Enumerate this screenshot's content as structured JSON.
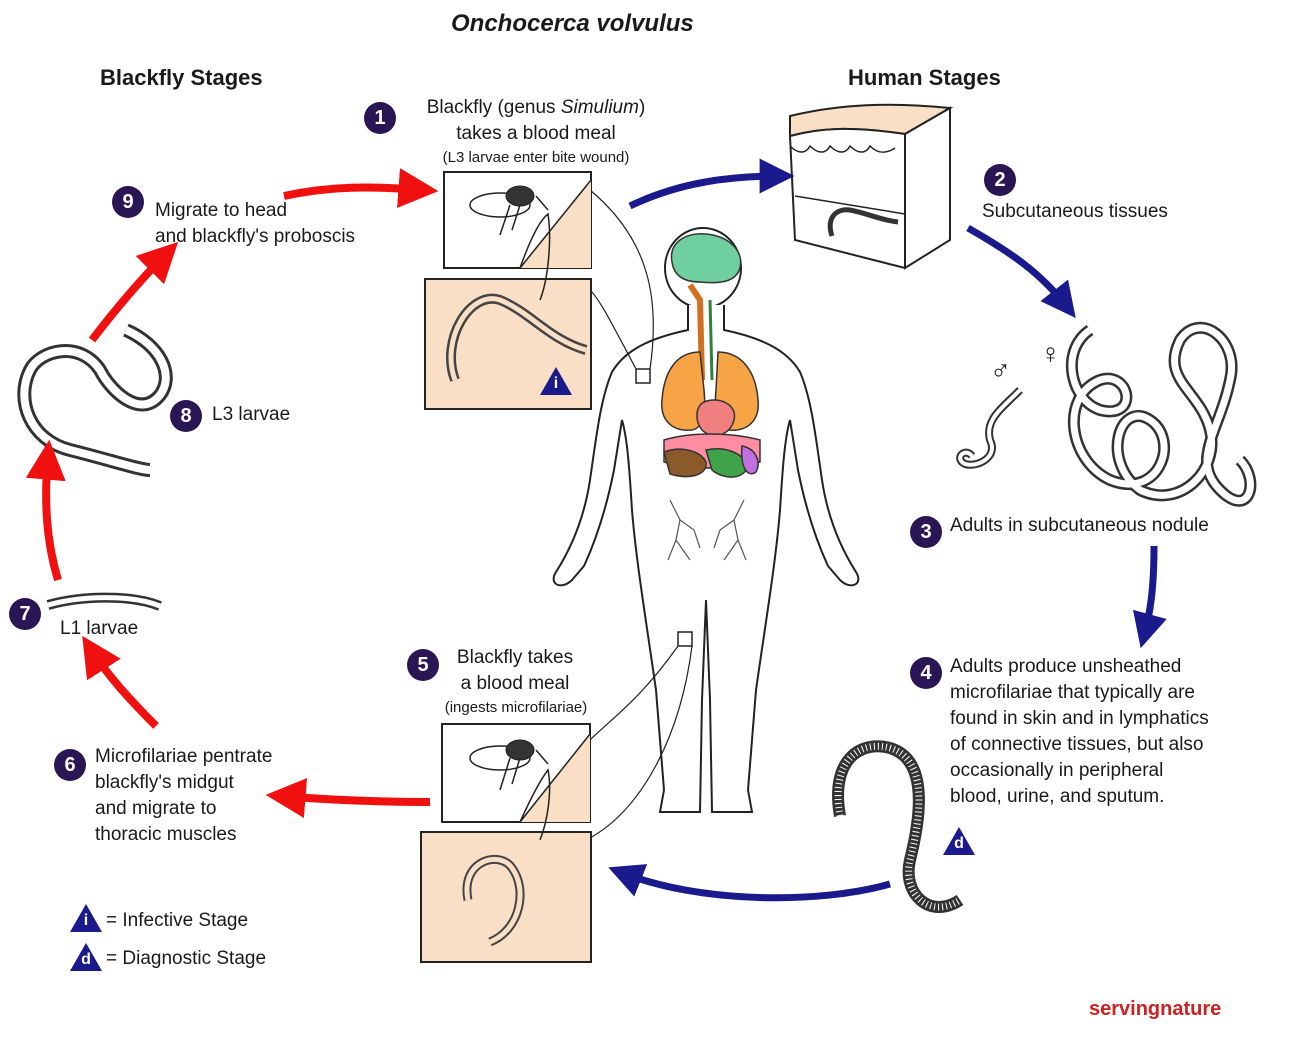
{
  "title": "Onchocerca volvulus",
  "headings": {
    "blackfly": "Blackfly Stages",
    "human": "Human Stages"
  },
  "steps": {
    "s1": {
      "num": "1",
      "line1_pre": "Blackfly (genus ",
      "line1_italic": "Simulium",
      "line1_post": ")",
      "line2": "takes a blood meal",
      "note": "(L3 larvae enter bite wound)"
    },
    "s2": {
      "num": "2",
      "text": "Subcutaneous tissues"
    },
    "s3": {
      "num": "3",
      "text": "Adults in subcutaneous nodule"
    },
    "s4": {
      "num": "4",
      "lines": [
        "Adults produce unsheathed",
        "microfilariae that typically are",
        "found in skin and in lymphatics",
        "of connective tissues,  but also",
        "occasionally in peripheral",
        "blood, urine, and sputum."
      ]
    },
    "s5": {
      "num": "5",
      "line1": "Blackfly takes",
      "line2": "a blood meal",
      "note": "(ingests microfilariae)"
    },
    "s6": {
      "num": "6",
      "lines": [
        "Microfilariae pentrate",
        "blackfly's midgut",
        "and migrate to",
        "thoracic muscles"
      ]
    },
    "s7": {
      "num": "7",
      "text": "L1 larvae"
    },
    "s8": {
      "num": "8",
      "text": "L3 larvae"
    },
    "s9": {
      "num": "9",
      "lines": [
        "Migrate to head",
        "and blackfly's proboscis"
      ]
    }
  },
  "symbols": {
    "male": "♂",
    "female": "♀"
  },
  "legend": {
    "infective_letter": "i",
    "infective_text": "= Infective Stage",
    "diagnostic_letter": "d",
    "diagnostic_text": "= Diagnostic Stage"
  },
  "credit": "servingnature",
  "colors": {
    "human_arrow": "#1a1a8c",
    "blackfly_arrow": "#f01010",
    "badge": "#2a1654",
    "panel_fill": "#f8dfc5",
    "skin_top": "#f8dfc5",
    "brain": "#6fcf9f",
    "lungs": "#f7a447",
    "heart": "#f08080",
    "liver": "#8b5a2b",
    "credit": "#d02020"
  }
}
